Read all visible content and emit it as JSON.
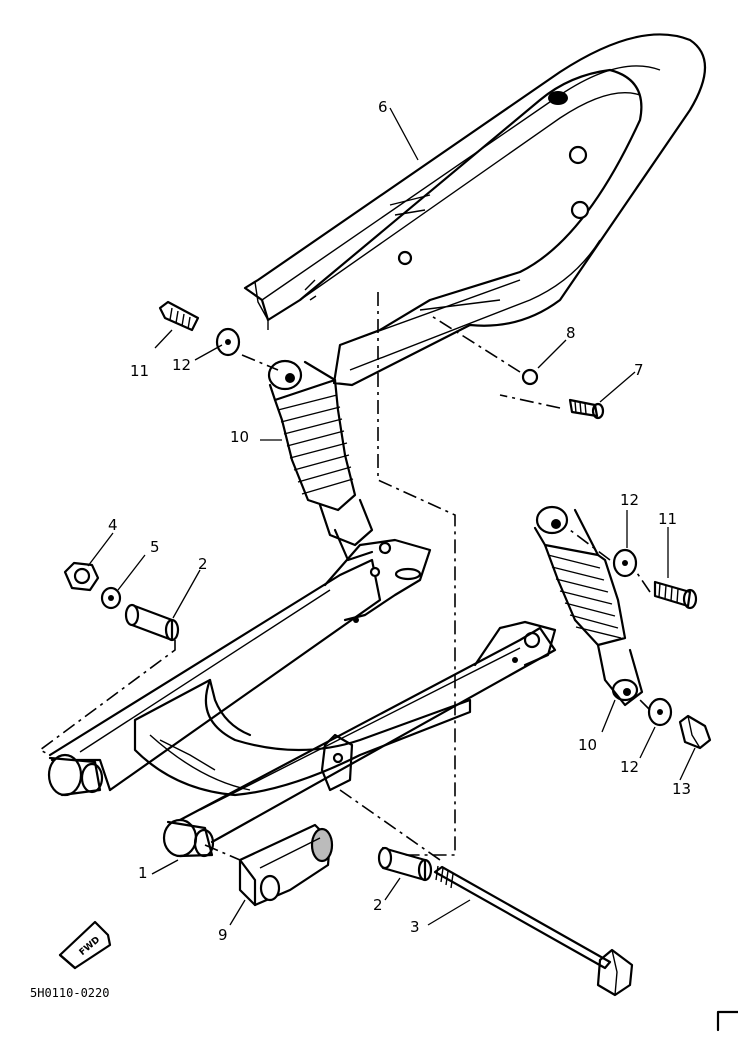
{
  "diagram": {
    "part_labels": {
      "p1": "1",
      "p2a": "2",
      "p2b": "2",
      "p3": "3",
      "p4": "4",
      "p5": "5",
      "p6": "6",
      "p7": "7",
      "p8": "8",
      "p9": "9",
      "p10a": "10",
      "p10b": "10",
      "p11a": "11",
      "p11b": "11",
      "p12a": "12",
      "p12b": "12",
      "p12c": "12",
      "p13": "13"
    },
    "fwd_text": "FWD",
    "drawing_code": "5H0110-0220"
  }
}
